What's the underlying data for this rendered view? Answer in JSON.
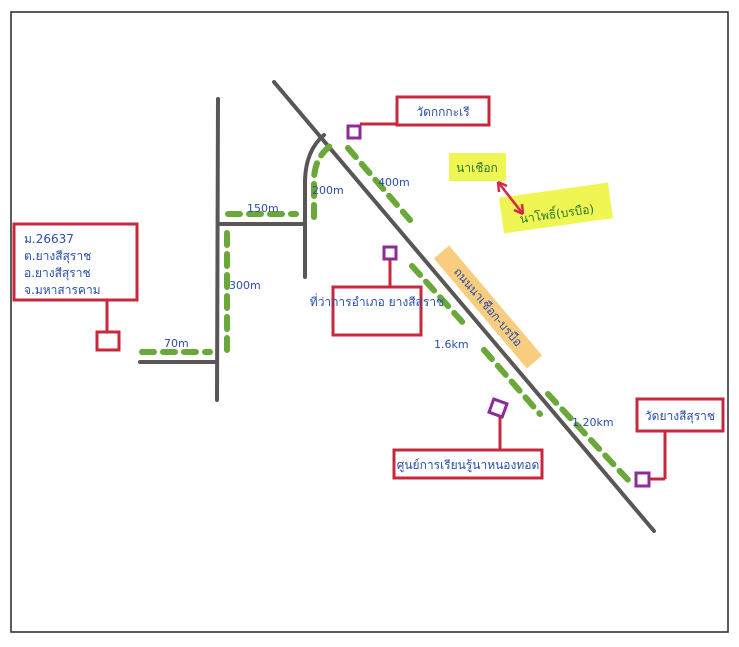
{
  "colors": {
    "road": "#5a5656",
    "green_dash": "#6aa83a",
    "label_border": "#c8283c",
    "marker": "#8e2a9a",
    "ink": "#2a4fa8",
    "highlight_yellow": "#eef54a",
    "highlight_orange": "#f7c46a",
    "arrow": "#d8284a"
  },
  "address_box": {
    "lines": [
      "ม.26637",
      "ต.ยางสีสุราช",
      "อ.ยางสีสุราช",
      "จ.มหาสารคาม"
    ]
  },
  "places": {
    "wat_top": "วัดกกกะเรี",
    "district_office": "ที่ว่าการอำเภอ ยางสีสุราช",
    "learning_center": "ศูนย์การเรียนรู้นาหนองทอด",
    "wat_yang": "วัดยางสีสุราช"
  },
  "road_label": "ถนนนาเชือก-บรบือ",
  "direction": {
    "top": "นาเชือก",
    "bottom": "นาโพธิ์(บรบือ)"
  },
  "distances": {
    "d70": "70m",
    "d150": "150m",
    "d200": "200m",
    "d300": "300m",
    "d400": "400m",
    "d16": "1.6km",
    "d12": "1.20km"
  }
}
